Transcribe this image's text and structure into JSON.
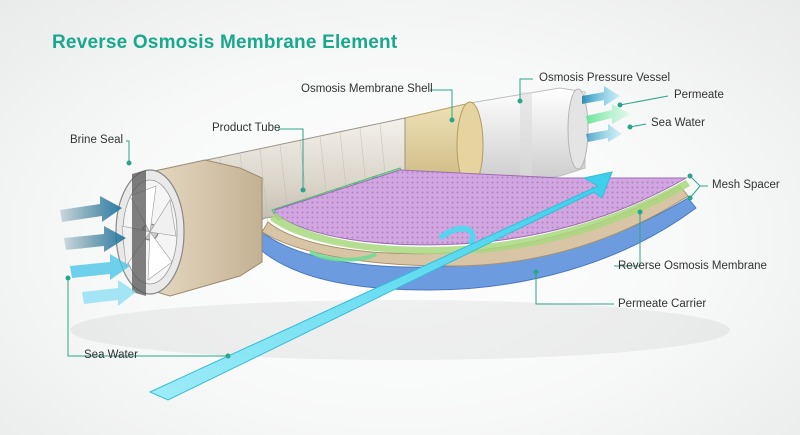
{
  "title": "Reverse Osmosis Membrane Element",
  "labels": {
    "osmosis_pressure_vessel": "Osmosis Pressure Vessel",
    "osmosis_membrane_shell": "Osmosis Membrane Shell",
    "permeate_top": "Permeate",
    "sea_water_top": "Sea Water",
    "product_tube": "Product Tube",
    "brine_seal": "Brine Seal",
    "mesh_spacer": "Mesh Spacer",
    "reverse_osmosis_membrane": "Reverse Osmosis Membrane",
    "permeate_carrier": "Permeate Carrier",
    "sea_water_bottom": "Sea Water"
  },
  "colors": {
    "title": "#1aa88c",
    "leader": "#2aa58a",
    "mesh": "#c89ad8",
    "membrane": "#d7c5a6",
    "carrier": "#6d9be0",
    "tube": "#8fe3a8",
    "flow": "#4dd8ef",
    "shell": "#e6d5a2",
    "vessel": "#eeeeee"
  }
}
